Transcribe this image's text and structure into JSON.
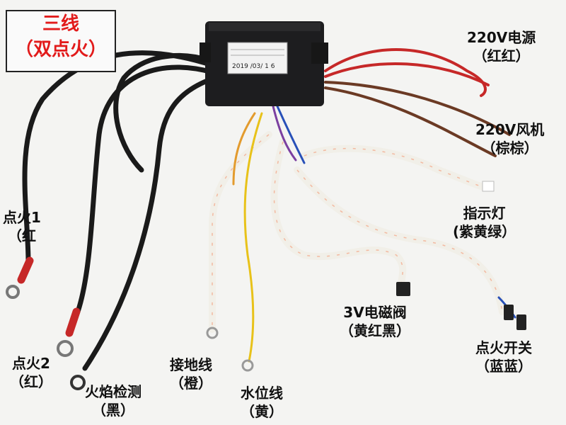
{
  "badge": {
    "line1": "三线",
    "line2": "（双点火）"
  },
  "box_label": {
    "date": "2019 /03/ 1 6"
  },
  "labels": {
    "power": {
      "name": "220V电源",
      "color": "（红红）"
    },
    "fan": {
      "name": "220V风机",
      "color": "（棕棕）"
    },
    "indicator": {
      "name": "指示灯",
      "color": "(紫黄绿）"
    },
    "valve": {
      "name": "3V电磁阀",
      "color": "（黄红黑）"
    },
    "switch": {
      "name": "点火开关",
      "color": "（蓝蓝）"
    },
    "water": {
      "name": "水位线",
      "color": "（黄）"
    },
    "ground": {
      "name": "接地线",
      "color": "（橙）"
    },
    "flame": {
      "name": "火焰检测",
      "color": "（黑）"
    },
    "ign2": {
      "name": "点火2",
      "color": "（红）"
    },
    "ign1": {
      "name": "点火1",
      "color": "（红"
    }
  },
  "colors": {
    "box": "#1d1d1f",
    "black_wire": "#1a1a1a",
    "red_wire": "#c62828",
    "brown_wire": "#6b3a24",
    "white_wire": "#f1efe8",
    "yellow_wire": "#e8c21a",
    "orange_wire": "#e39b2e",
    "blue_wire": "#2850b8",
    "badge_text": "#e21b1b"
  }
}
